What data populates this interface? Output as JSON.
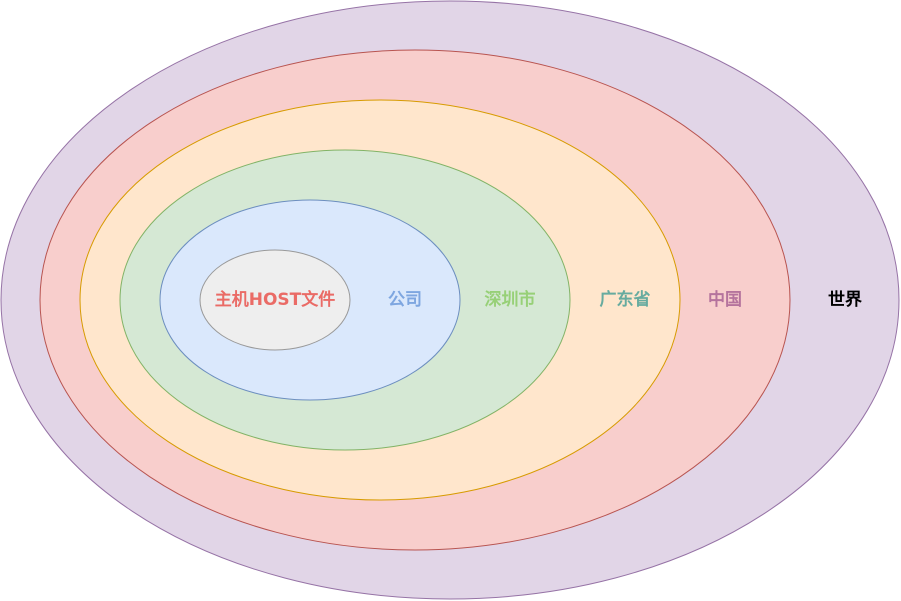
{
  "diagram": {
    "rings": [
      {
        "label": "世界",
        "fill": "#e1d5e7",
        "stroke": "#9673a6",
        "label_color": "#000000"
      },
      {
        "label": "中国",
        "fill": "#f8cecc",
        "stroke": "#b85450",
        "label_color": "#b5739d"
      },
      {
        "label": "广东省",
        "fill": "#ffe6cc",
        "stroke": "#d79b00",
        "label_color": "#67ab9f"
      },
      {
        "label": "深圳市",
        "fill": "#d5e8d4",
        "stroke": "#82b366",
        "label_color": "#97d077"
      },
      {
        "label": "公司",
        "fill": "#dae8fc",
        "stroke": "#6c8ebf",
        "label_color": "#7ea6e0"
      },
      {
        "label": "主机HOST文件",
        "fill": "#eeeeee",
        "stroke": "#999999",
        "label_color": "#ea6b66"
      }
    ]
  }
}
